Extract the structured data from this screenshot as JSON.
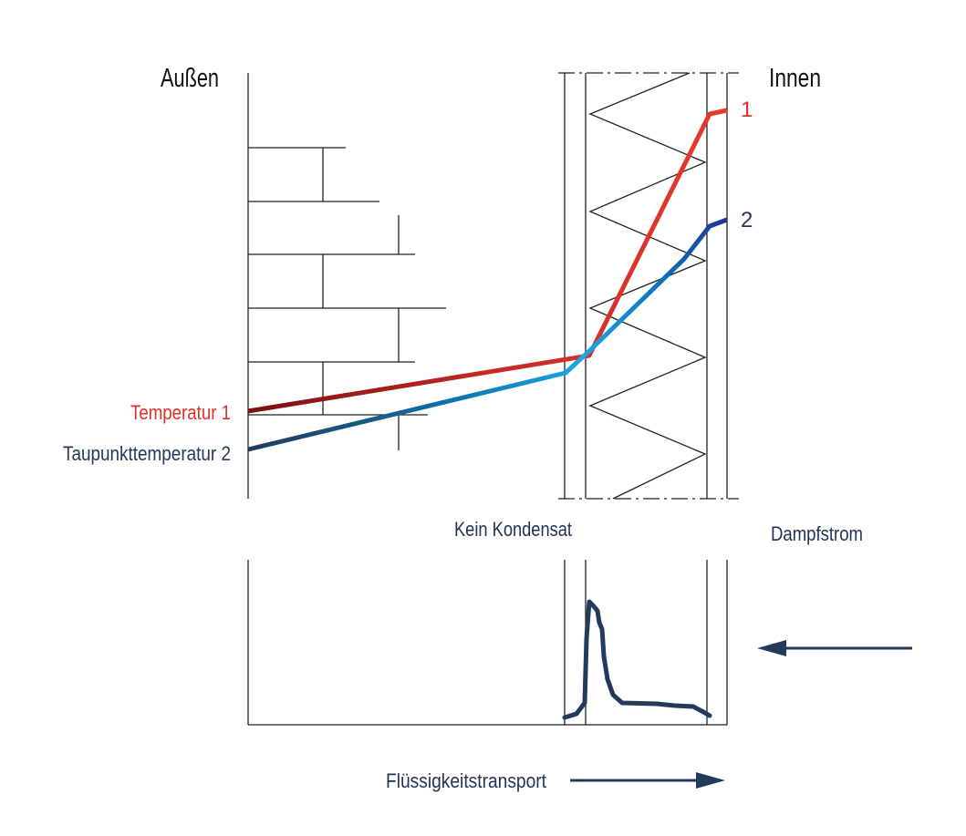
{
  "labels": {
    "outside": "Außen",
    "inside": "Innen",
    "curve1_marker": "1",
    "curve2_marker": "2",
    "temperature": "Temperatur 1",
    "dewpoint": "Taupunkttemperatur 2",
    "no_condensate": "Kein Kondensat",
    "vapor_flow": "Dampfstrom",
    "liquid_transport": "Flüssigkeitstransport"
  },
  "colors": {
    "temperature": "#e0302a",
    "temperature_dark": "#7a1010",
    "dewpoint_light": "#1aa0e0",
    "dewpoint_dark": "#243a5a",
    "dewpoint_end": "#23338a",
    "moisture_curve": "#243a5a",
    "arrow": "#243a5a"
  }
}
